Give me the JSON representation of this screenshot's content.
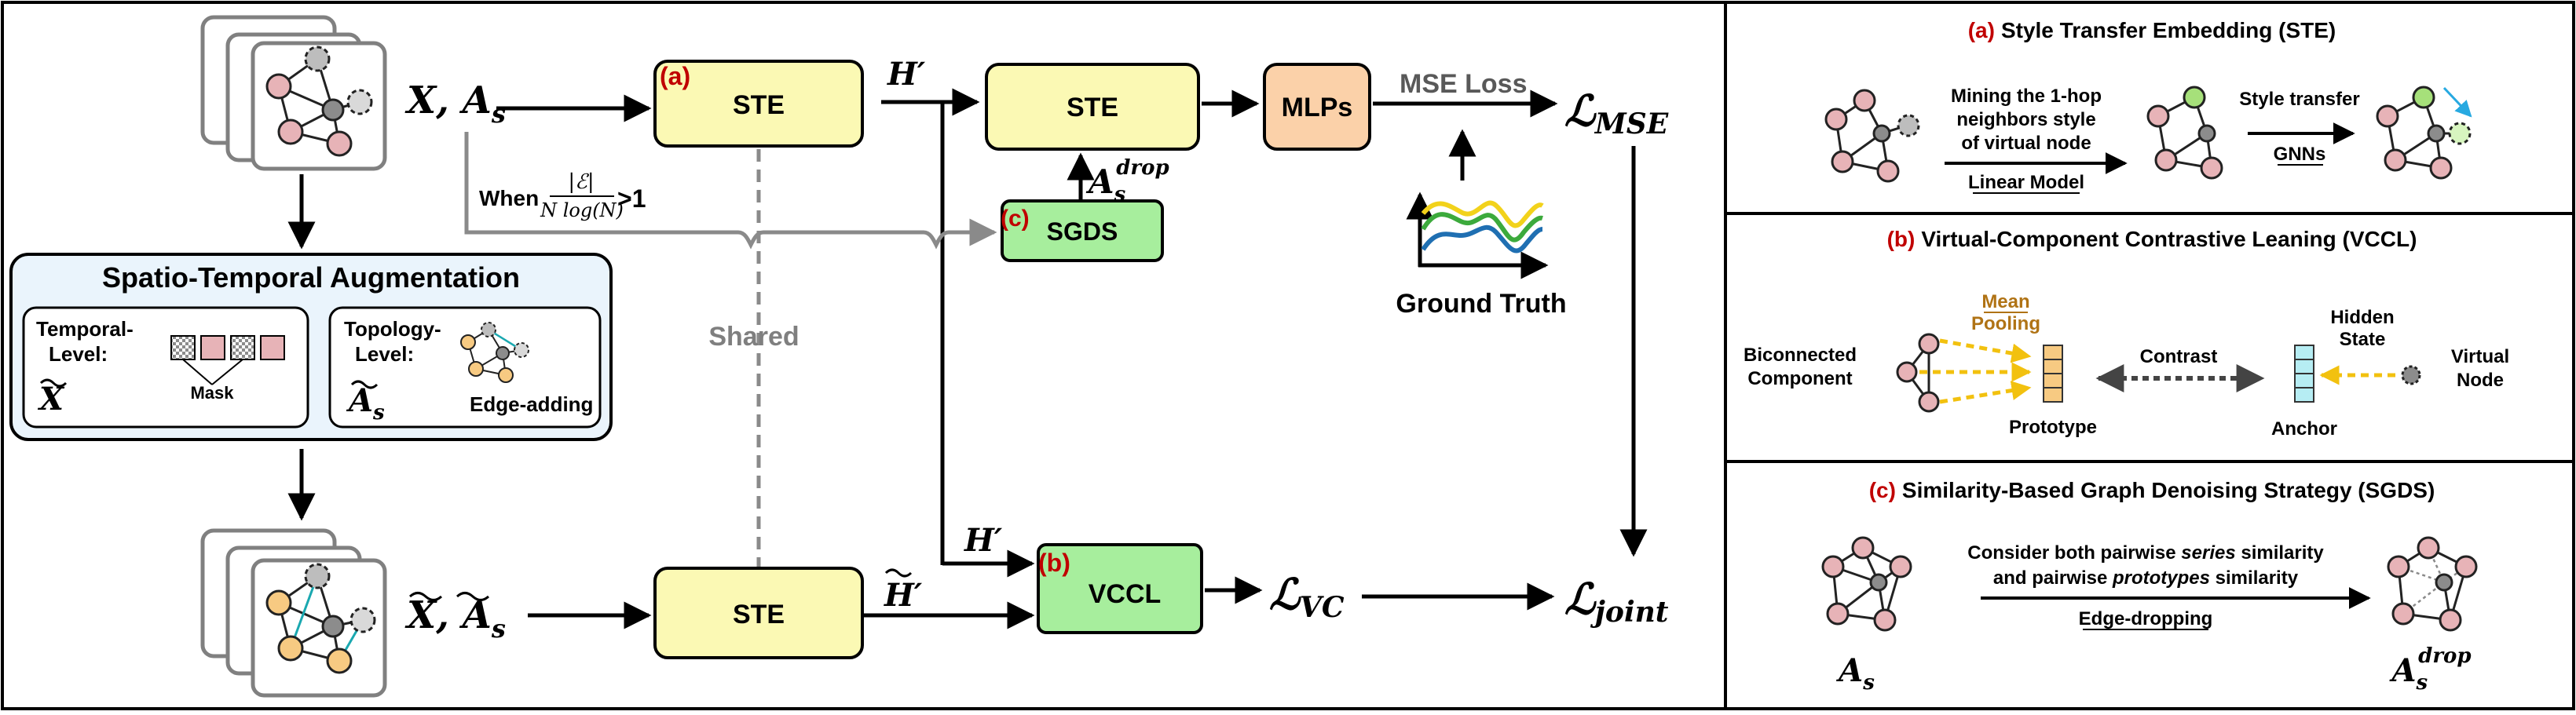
{
  "modules": {
    "ste_top": "STE",
    "ste_mid": "STE",
    "ste_bottom": "STE",
    "sgds": "SGDS",
    "mlps": "MLPs",
    "vccl": "VCCL",
    "tag_a": "(a)",
    "tag_b": "(b)",
    "tag_c": "(c)"
  },
  "flow": {
    "input_top": "X, A",
    "input_top_sub": "s",
    "input_bottom": "X, A",
    "input_bottom_sub": "s",
    "h_prime_top": "H′",
    "h_prime_mid": "H′",
    "h_tilde": "H′",
    "a_drop": "A",
    "a_drop_sub": "s",
    "a_drop_sup": "drop",
    "condition_prefix": "When",
    "condition_num": "|ℰ|",
    "condition_den": "N log(N)",
    "condition_suffix": ">1",
    "shared": "Shared",
    "mse_loss": "MSE Loss",
    "ground_truth": "Ground Truth",
    "l_mse": "ℒ",
    "l_mse_sub": "MSE",
    "l_vc": "ℒ",
    "l_vc_sub": "VC",
    "l_joint": "ℒ",
    "l_joint_sub": "joint"
  },
  "augmentation": {
    "title": "Spatio-Temporal Augmentation",
    "temporal_label_1": "Temporal-",
    "temporal_label_2": "Level:",
    "temporal_symbol": "X",
    "mask": "Mask",
    "topology_label_1": "Topology-",
    "topology_label_2": "Level:",
    "topology_symbol": "A",
    "topology_symbol_sub": "s",
    "edge_adding": "Edge-adding"
  },
  "panel_a": {
    "tag": "(a)",
    "title": "Style Transfer Embedding (STE)",
    "mining_1": "Mining the 1-hop",
    "mining_2": "neighbors style",
    "mining_3": "of virtual node",
    "linear_model": "Linear Model",
    "style_transfer": "Style transfer",
    "gnns": "GNNs"
  },
  "panel_b": {
    "tag": "(b)",
    "title": "Virtual-Component Contrastive Leaning (VCCL)",
    "mean_1": "Mean",
    "mean_2": "Pooling",
    "biconnected_1": "Biconnected",
    "biconnected_2": "Component",
    "contrast": "Contrast",
    "prototype": "Prototype",
    "hidden_1": "Hidden",
    "hidden_2": "State",
    "anchor": "Anchor",
    "virtual_1": "Virtual",
    "virtual_2": "Node"
  },
  "panel_c": {
    "tag": "(c)",
    "title": "Similarity-Based Graph Denoising Strategy (SGDS)",
    "line1_a": "Consider both pairwise ",
    "line1_b": "series",
    "line1_c": " similarity",
    "line2_a": "and pairwise ",
    "line2_b": "prototypes",
    "line2_c": " similarity",
    "edge_dropping": "Edge-dropping",
    "a_left": "A",
    "a_left_sub": "s",
    "a_right": "A",
    "a_right_sub": "s",
    "a_right_sup": "drop"
  },
  "colors": {
    "ste_fill": "#fbf9b4",
    "sgds_fill": "#a7ee9d",
    "mlps_fill": "#fbd1a9",
    "aug_fill": "#eaf4fc",
    "node_pink": "#e7b3b7",
    "node_orange": "#f7ca82",
    "node_green": "#a6e07a",
    "tag_red": "#c00000",
    "dashed_gray": "#8a8a8a"
  }
}
